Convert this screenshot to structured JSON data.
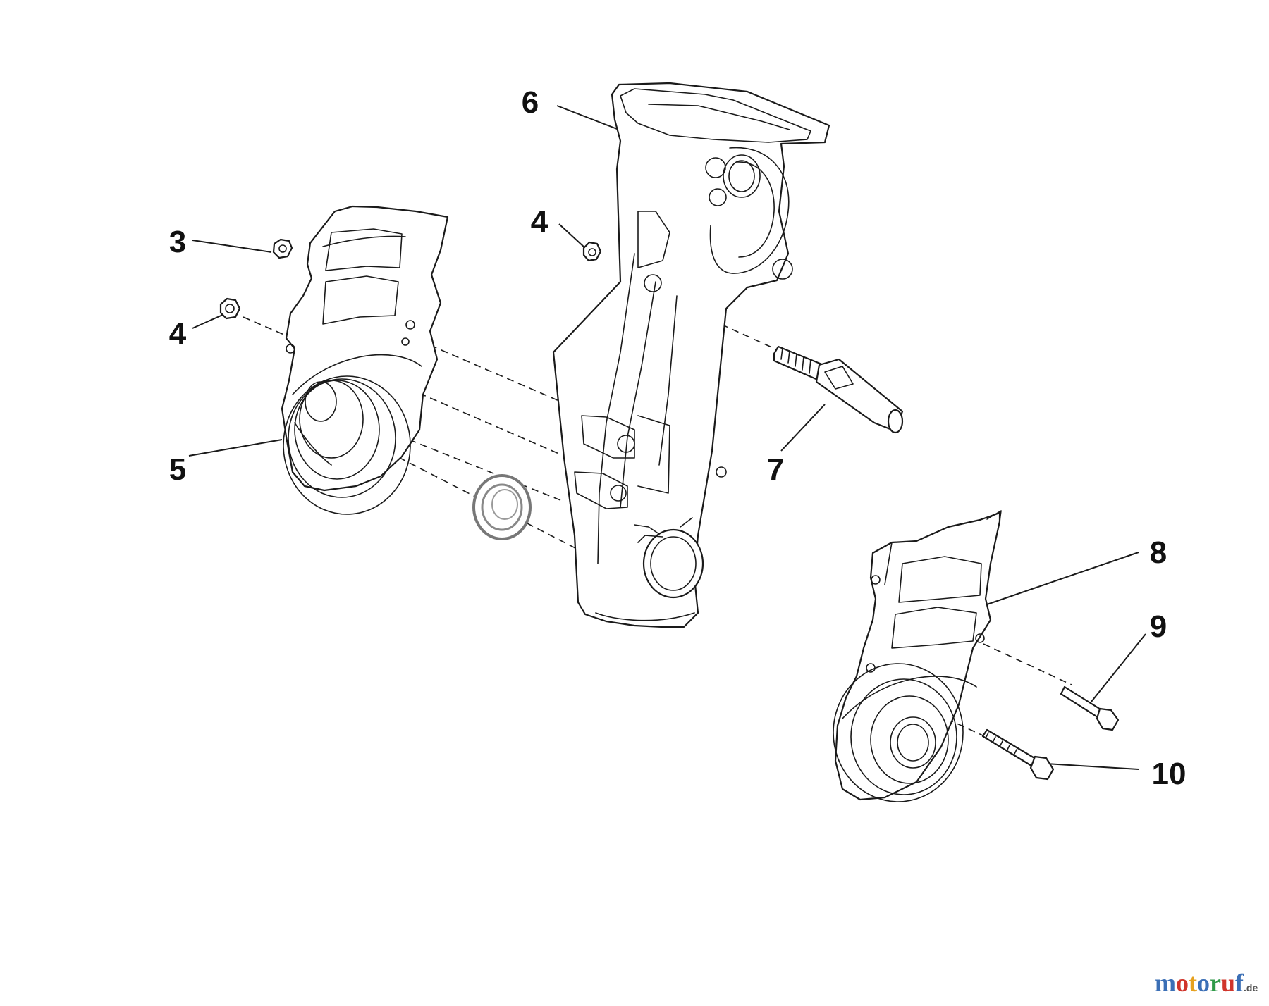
{
  "diagram": {
    "callouts": [
      {
        "id": "c6",
        "label": "6"
      },
      {
        "id": "c3",
        "label": "3"
      },
      {
        "id": "c4a",
        "label": "4"
      },
      {
        "id": "c4b",
        "label": "4"
      },
      {
        "id": "c5",
        "label": "5"
      },
      {
        "id": "c7",
        "label": "7"
      },
      {
        "id": "c8",
        "label": "8"
      },
      {
        "id": "c9",
        "label": "9"
      },
      {
        "id": "c10",
        "label": "10"
      }
    ]
  },
  "watermark": {
    "letters": [
      "m",
      "o",
      "t",
      "o",
      "r",
      "u",
      "f"
    ],
    "colors": [
      "#3b6fb6",
      "#d0352b",
      "#e6a11f",
      "#3b6fb6",
      "#2f9a48",
      "#d0352b",
      "#3b6fb6"
    ],
    "tld": ".de"
  }
}
